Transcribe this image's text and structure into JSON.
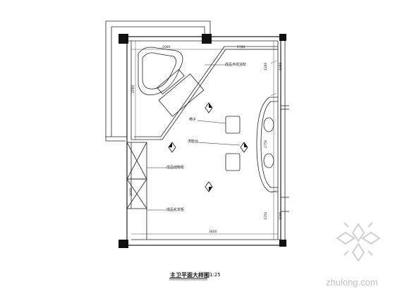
{
  "labels": {
    "bathtub": "成品木纹浴缸",
    "stool": "椅子",
    "vanity": "洗脸台",
    "cabinet_top": "成品储物柜",
    "cabinet_bottom": "成品化妆柜"
  },
  "dimensions": {
    "top_left": "2080",
    "top_right": "2740",
    "left_wall": "2080",
    "bottom": "3600",
    "right_a": "1280",
    "right_b": "1080",
    "right_c": "2750",
    "right_d": "1250",
    "right_e": "1090",
    "cabinet_left": "3000"
  },
  "title": "主卫平面大样图",
  "scale": "1:25",
  "watermark": "zhulong.com"
}
